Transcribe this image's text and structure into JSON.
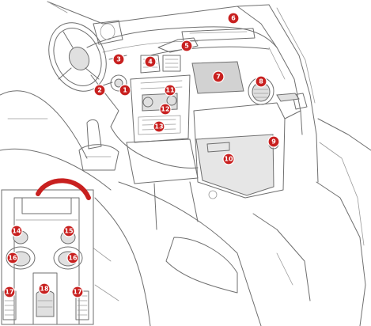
{
  "colors": {
    "accent_red": "#c8201f",
    "line_gray": "#6f6f6f",
    "highlight_gray": "#d2d2d2",
    "background": "#ffffff"
  },
  "callouts": [
    {
      "id": "c1",
      "label": "1"
    },
    {
      "id": "c2",
      "label": "2"
    },
    {
      "id": "c3",
      "label": "3"
    },
    {
      "id": "c4",
      "label": "4"
    },
    {
      "id": "c5",
      "label": "5"
    },
    {
      "id": "c6",
      "label": "6"
    },
    {
      "id": "c7",
      "label": "7"
    },
    {
      "id": "c8",
      "label": "8"
    },
    {
      "id": "c9",
      "label": "9"
    },
    {
      "id": "c10",
      "label": "10"
    },
    {
      "id": "c11",
      "label": "11"
    },
    {
      "id": "c12",
      "label": "12"
    },
    {
      "id": "c13",
      "label": "13"
    },
    {
      "id": "c14",
      "label": "14"
    },
    {
      "id": "c15",
      "label": "15"
    },
    {
      "id": "c16a",
      "label": "16"
    },
    {
      "id": "c16b",
      "label": "16"
    },
    {
      "id": "c17a",
      "label": "17"
    },
    {
      "id": "c17b",
      "label": "17"
    },
    {
      "id": "c18",
      "label": "18"
    }
  ]
}
